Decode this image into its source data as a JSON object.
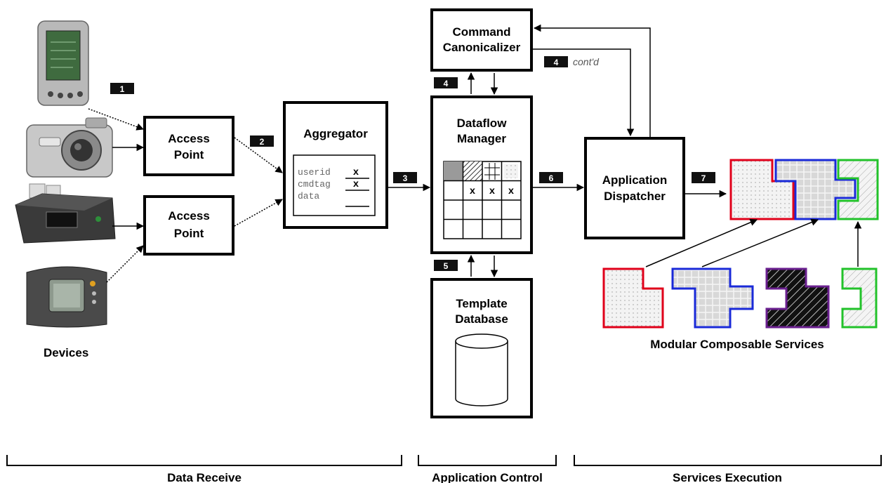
{
  "diagram": {
    "devices_label": "Devices",
    "access_point_1": [
      "Access",
      "Point"
    ],
    "access_point_2": [
      "Access",
      "Point"
    ],
    "aggregator": "Aggregator",
    "aggregator_fields": [
      "userid",
      "cmdtag",
      "data"
    ],
    "aggregator_values": [
      "x",
      "x",
      ""
    ],
    "command_canonicalizer": [
      "Command",
      "Canonicalizer"
    ],
    "dataflow_manager": [
      "Dataflow",
      "Manager"
    ],
    "dataflow_row_marks": [
      "x",
      "x",
      "x"
    ],
    "template_database": [
      "Template",
      "Database"
    ],
    "application_dispatcher": [
      "Application",
      "Dispatcher"
    ],
    "modular_services_label": "Modular Composable Services",
    "step_badges": {
      "s1": "1",
      "s2": "2",
      "s3": "3",
      "s4a": "4",
      "s4b": "4",
      "s5": "5",
      "s6": "6",
      "s7": "7"
    },
    "contd": "cont'd",
    "phases": [
      "Data Receive",
      "Application Control",
      "Services Execution"
    ],
    "colors": {
      "red": "#e0001a",
      "blue": "#1a2ad8",
      "purple": "#6a1f8f",
      "green": "#22c22a"
    }
  }
}
